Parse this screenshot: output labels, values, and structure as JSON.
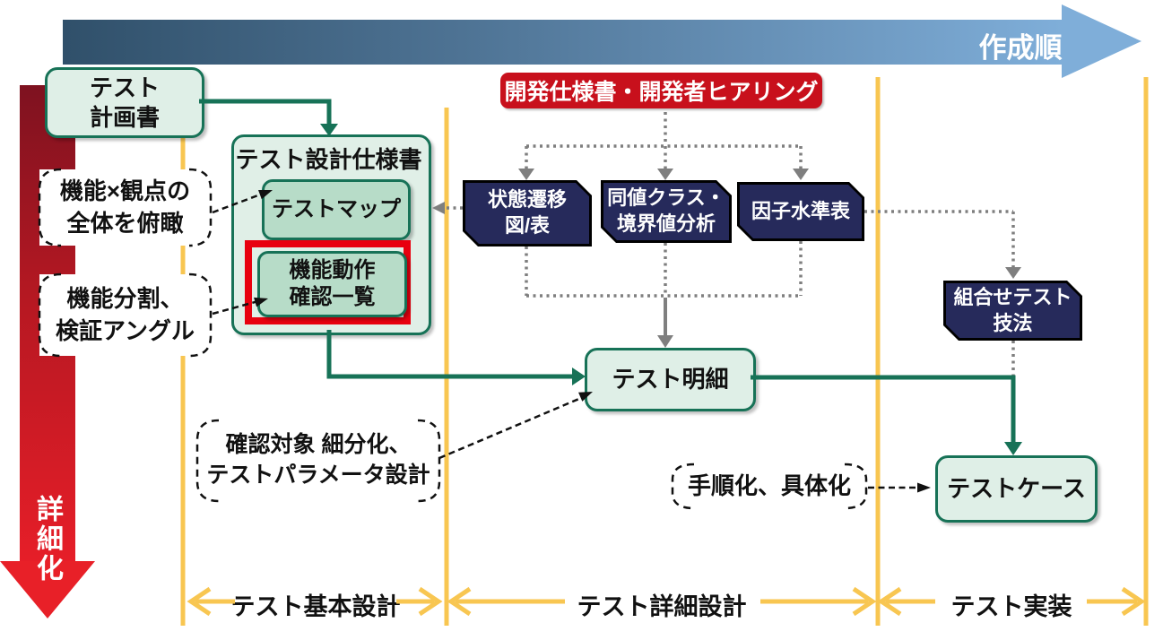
{
  "axes": {
    "creation_order": "作成順",
    "refinement": "詳細化"
  },
  "nodes": {
    "test_plan": {
      "line1": "テスト",
      "line2": "計画書"
    },
    "dev_spec": {
      "label": "開発仕様書・開発者ヒアリング"
    },
    "test_design_spec": {
      "title": "テスト設計仕様書"
    },
    "test_map": {
      "label": "テストマップ"
    },
    "function_check_list": {
      "line1": "機能動作",
      "line2": "確認一覧"
    },
    "state_transition": {
      "line1": "状態遷移",
      "line2": "図/表"
    },
    "equivalence_boundary": {
      "line1": "同値クラス・",
      "line2": "境界値分析"
    },
    "factor_level": {
      "label": "因子水準表"
    },
    "combination_technique": {
      "line1": "組合せテスト",
      "line2": "技法"
    },
    "test_detail": {
      "label": "テスト明細"
    },
    "test_case": {
      "label": "テストケース"
    }
  },
  "callouts": {
    "overview": {
      "line1": "機能×観点の",
      "line2": "全体を俯瞰"
    },
    "split": {
      "line1": "機能分割、",
      "line2": "検証アングル"
    },
    "refine": {
      "line1": "確認対象 細分化、",
      "line2": "テストパラメータ設計"
    },
    "concretize": {
      "label": "手順化、具体化"
    }
  },
  "phases": {
    "basic": "テスト基本設計",
    "detailed": "テスト詳細設計",
    "implementation": "テスト実装"
  },
  "colors": {
    "green": "#177257",
    "green_fill_light": "#DFEFE7",
    "green_fill_mid": "#B7DCC8",
    "navy": "#262A5B",
    "red_box": "#C8101C",
    "highlight_red": "#E8000F",
    "yellow": "#F8C651",
    "gray": "#7F7F7F",
    "blue_dark": "#30506A",
    "blue_light": "#7FAED9",
    "arrow_red": "#E82028"
  }
}
